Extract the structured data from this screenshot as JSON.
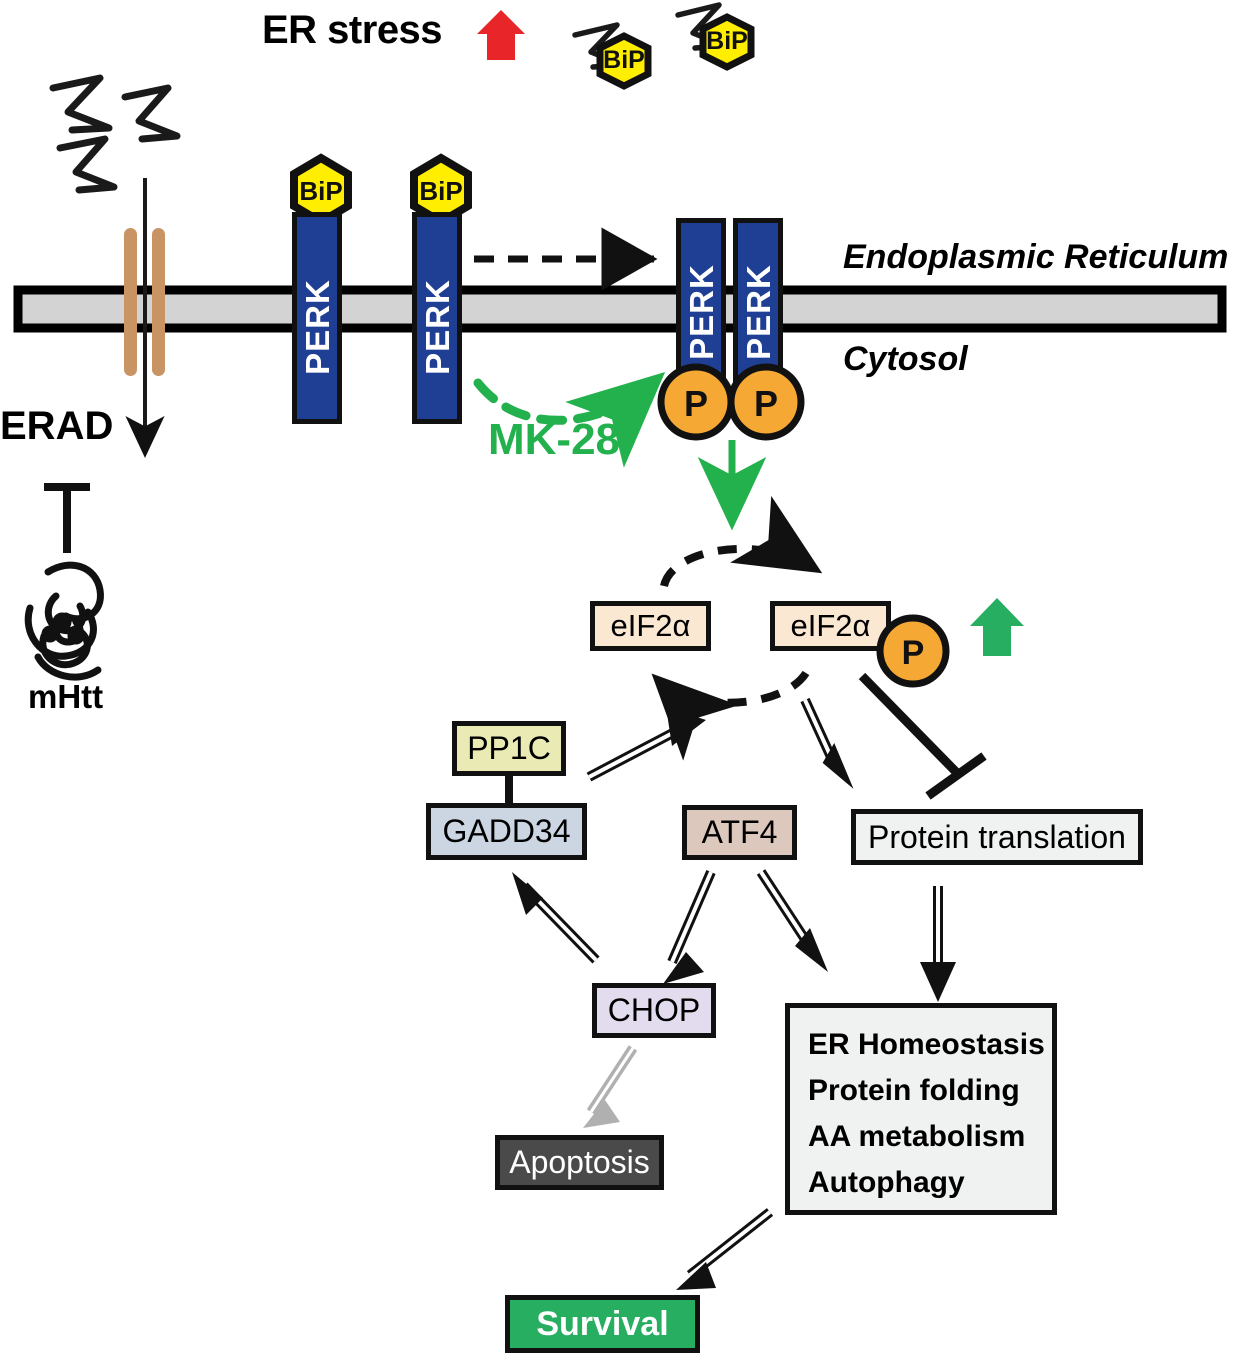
{
  "diagram": {
    "title": "PERK / UPR signaling pathway modulated by MK-28",
    "header": {
      "er_stress_label": "ER stress",
      "er_stress_arrow_icon": "up-arrow-red",
      "er_stress_arrow_color": "#e8262a"
    },
    "compartments": {
      "upper_label": "Endoplasmic Reticulum",
      "lower_label": "Cytosol",
      "membrane_color": "#d3d3d3",
      "membrane_border": "#000000"
    },
    "chaperones": {
      "label": "BiP",
      "fill": "#ffee00",
      "stroke": "#111111",
      "bound_count": 2,
      "released_count": 2
    },
    "receptors": {
      "label": "PERK",
      "fill": "#1f3f94",
      "text_color": "#ffffff",
      "inactive_count": 2,
      "dimer_count": 2
    },
    "phospho": {
      "label": "P",
      "fill": "#f5a833",
      "stroke": "#111111",
      "perk_sites": 2,
      "eif2a_sites": 1
    },
    "drug": {
      "label": "MK-28",
      "color": "#22b14c",
      "arrow_icon": "curved-dashed-arrow-green"
    },
    "erad": {
      "label": "ERAD",
      "target_label": "mHtt",
      "inhibition_icon": "blunt-inhibition-bar",
      "translocon_color": "#c89464",
      "import_arrow_icon": "down-arrow-black"
    },
    "cycle": {
      "unphosphorylated_label": "eIF2α",
      "phosphorylated_label": "eIF2α",
      "box_fill": "#fbe8d3",
      "box_stroke": "#111111",
      "up_arrow_icon": "up-arrow-green",
      "up_arrow_color": "#27ae60",
      "dashed_cycle_icon": "dashed-circular-arrows"
    },
    "activation_arrow": {
      "icon": "down-arrow-green",
      "color": "#22b14c"
    },
    "nodes": [
      {
        "id": "pp1c",
        "label": "PP1C",
        "fill": "#e9eab4",
        "text_color": "#000000"
      },
      {
        "id": "gadd34",
        "label": "GADD34",
        "fill": "#ccd5e2",
        "text_color": "#000000"
      },
      {
        "id": "atf4",
        "label": "ATF4",
        "fill": "#ddc8bd",
        "text_color": "#000000"
      },
      {
        "id": "transl",
        "label": "Protein translation",
        "fill": "#f0f1f1",
        "text_color": "#000000"
      },
      {
        "id": "chop",
        "label": "CHOP",
        "fill": "#e3dbee",
        "text_color": "#000000"
      },
      {
        "id": "apop",
        "label": "Apoptosis",
        "fill": "#4a4a4a",
        "text_color": "#ffffff"
      },
      {
        "id": "surv",
        "label": "Survival",
        "fill": "#27ae60",
        "text_color": "#ffffff"
      }
    ],
    "outcomes_box": {
      "fill": "#f0f1f1",
      "stroke": "#111111",
      "lines": [
        "ER Homeostasis",
        "Protein folding",
        "AA metabolism",
        "Autophagy"
      ]
    },
    "edges": [
      {
        "from": "perk-inactive",
        "to": "perk-dimer",
        "style": "dashed",
        "head": "solid-triangle"
      },
      {
        "from": "mk-28",
        "to": "perk-dimer",
        "style": "dashed-curved",
        "head": "solid-triangle",
        "color": "#22b14c"
      },
      {
        "from": "perk-dimer-P",
        "to": "eif2a-cycle",
        "style": "solid",
        "head": "solid-triangle",
        "color": "#22b14c"
      },
      {
        "from": "eif2a",
        "to": "eif2a-P",
        "style": "dashed-arc",
        "head": "solid-triangle"
      },
      {
        "from": "eif2a-P",
        "to": "eif2a",
        "style": "dashed-arc",
        "head": "solid-triangle"
      },
      {
        "from": "eif2a-P",
        "to": "atf4",
        "style": "open-block",
        "head": "solid-triangle"
      },
      {
        "from": "eif2a-P",
        "to": "transl",
        "style": "solid",
        "head": "blunt-bar"
      },
      {
        "from": "gadd34-pp1c",
        "to": "eif2a-cycle",
        "style": "open-block",
        "head": "solid-triangle"
      },
      {
        "from": "atf4",
        "to": "chop",
        "style": "open-block",
        "head": "solid-triangle"
      },
      {
        "from": "atf4",
        "to": "outcomes",
        "style": "open-block",
        "head": "solid-triangle"
      },
      {
        "from": "chop",
        "to": "gadd34",
        "style": "open-block",
        "head": "solid-triangle"
      },
      {
        "from": "chop",
        "to": "apoptosis",
        "style": "open-block",
        "head": "solid-triangle",
        "color": "#b0b0b0"
      },
      {
        "from": "transl",
        "to": "outcomes",
        "style": "open-block",
        "head": "solid-triangle"
      },
      {
        "from": "outcomes",
        "to": "survival",
        "style": "open-block",
        "head": "solid-triangle"
      },
      {
        "from": "erad",
        "to": "mhtt",
        "style": "solid",
        "head": "blunt-bar"
      }
    ]
  }
}
